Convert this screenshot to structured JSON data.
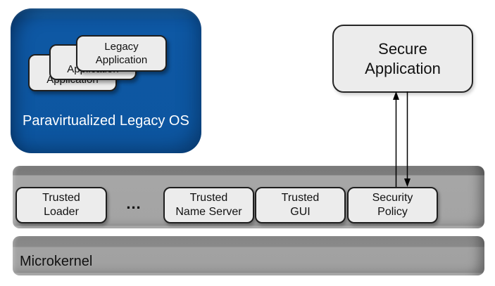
{
  "legacy_os": {
    "label": "Paravirtualized Legacy OS",
    "app_line1": "Legacy",
    "app_line2": "Application"
  },
  "secure_app": {
    "line1": "Secure",
    "line2": "Application"
  },
  "services": {
    "dots": "...",
    "items": [
      {
        "line1": "Trusted",
        "line2": "Loader"
      },
      {
        "line1": "Trusted",
        "line2": "Name Server"
      },
      {
        "line1": "Trusted",
        "line2": "GUI"
      },
      {
        "line1": "Security",
        "line2": "Policy"
      }
    ]
  },
  "microkernel": {
    "label": "Microkernel"
  },
  "colors": {
    "os_blue": "#0e58a4",
    "os_blue_highlight": "#1a69b2",
    "os_blue_shadow": "#0b3c6e",
    "bar_gray": "#a5a5a5",
    "bar_gray_dark": "#7d7d7d",
    "box_fill": "#ececec",
    "box_border": "#1f1f1f",
    "arrow": "#000000",
    "os_text": "#ffffff"
  }
}
